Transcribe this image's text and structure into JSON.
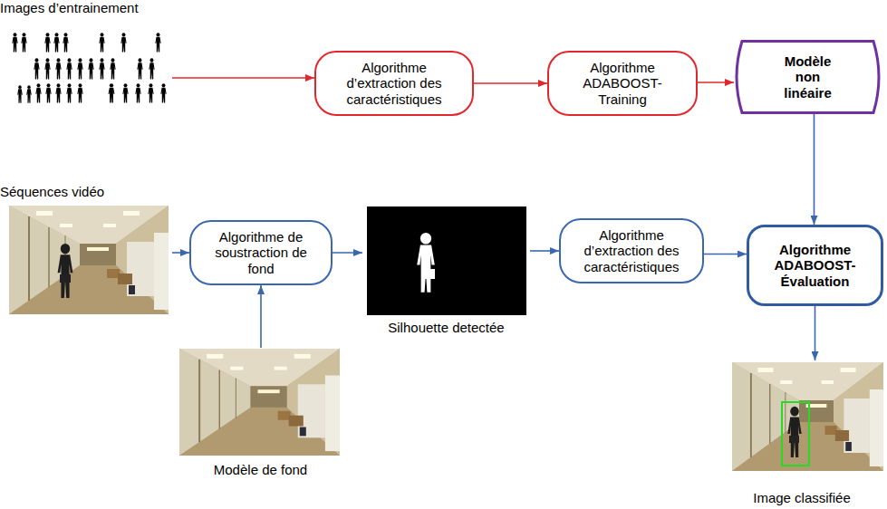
{
  "diagram": {
    "nodes": [
      {
        "text": [
          "Images d’entrainement"
        ]
      },
      {
        "text": [
          "Algorithme d’extraction des caractéristiques"
        ]
      },
      {
        "text": [
          "Algorithme ADABOOST-Training"
        ]
      },
      {
        "text": [
          "Modèle non linéaire"
        ]
      },
      {
        "text": [
          "Séquences vidéo"
        ]
      },
      {
        "text": [
          "Algorithme de soustraction de fond"
        ]
      },
      {
        "text": [
          "Silhouette detectée"
        ]
      },
      {
        "text": [
          "Algorithme d’extraction des caractéristiques"
        ]
      },
      {
        "text": [
          "Algorithme ADABOOST-Évaluation"
        ]
      },
      {
        "text": [
          "Modèle de fond"
        ]
      },
      {
        "text": [
          "Image classifiée"
        ]
      }
    ],
    "edges": [
      {
        "from": 0,
        "to": 1,
        "arrow": "to"
      },
      {
        "from": 1,
        "to": 2,
        "arrow": "to"
      },
      {
        "from": 2,
        "to": 3,
        "arrow": "to"
      },
      {
        "from": 3,
        "to": 8,
        "arrow": "to"
      },
      {
        "from": 4,
        "to": 5,
        "arrow": "to"
      },
      {
        "from": 9,
        "to": 5,
        "arrow": "to"
      },
      {
        "from": 5,
        "to": 6,
        "arrow": "to"
      },
      {
        "from": 6,
        "to": 7,
        "arrow": "to"
      },
      {
        "from": 7,
        "to": 8,
        "arrow": "to"
      },
      {
        "from": 8,
        "to": 10,
        "arrow": "to"
      }
    ]
  }
}
